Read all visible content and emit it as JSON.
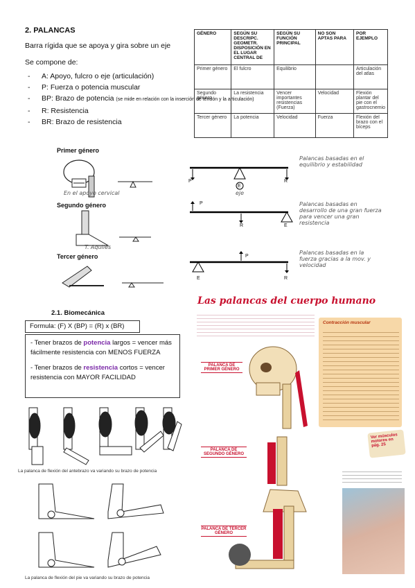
{
  "heading": "2. PALANCAS",
  "intro": "Barra rígida que se apoya y gira sobre un eje",
  "compone": "Se compone de:",
  "parts": [
    {
      "text": "A: Apoyo, fulcro o eje (articulación)",
      "note": ""
    },
    {
      "text": "P: Fuerza o potencia muscular",
      "note": ""
    },
    {
      "text": "BP: Brazo de potencia ",
      "note": "(se mide en relación con la inserción de tendón y la articulación)"
    },
    {
      "text": "R: Resistencia",
      "note": ""
    },
    {
      "text": "BR: Brazo de resistencia",
      "note": ""
    }
  ],
  "table": {
    "headers": [
      "GÉNERO",
      "SEGÚN SU DESCRIPC. GEOMETR. DISPOSICIÓN EN EL LUGAR CENTRAL DE",
      "SEGÚN SU FUNCIÓN PRINCIPAL",
      "NO SON APTAS PARA",
      "POR EJEMPLO"
    ],
    "rows": [
      [
        "Primer género",
        "El fulcro",
        "Equilibrio",
        "",
        "Articulación del atlas"
      ],
      [
        "Segundo género",
        "La resistencia",
        "Vencer importantes resistencias (Fuerza)",
        "Velocidad",
        "Flexión plantar del pie con el gastrocnemio"
      ],
      [
        "Tercer género",
        "La potencia",
        "Velocidad",
        "Fuerza",
        "Flexión del brazo con el bíceps"
      ]
    ]
  },
  "figures": {
    "primer": "Primer género",
    "segundo": "Segundo género",
    "tercer": "Tercer género",
    "primer_note": "En el apoyo cervical",
    "segundo_note": "T. Aquiles"
  },
  "diagram": {
    "p": "P",
    "r": "R",
    "e": "E",
    "notes": [
      "Palancas basadas en el equilibrio y estabilidad",
      "Palancas basadas en desarrollo de una gran fuerza para vencer una gran resistencia",
      "Palancas basadas en la fuerza gracias a la mov. y velocidad"
    ],
    "eje": "eje"
  },
  "biomec": "2.1. Biomecánica",
  "formula": "Formula: (F) X (BP) = (R) x (BR)",
  "brazos": {
    "l1_a": "- Tener brazos de ",
    "l1_b": "potencia",
    "l1_c": " largos = vencer más fácilmente resistencia con MENOS FUERZA",
    "l2_a": "- Tener brazos de ",
    "l2_b": "resistencia",
    "l2_c": " cortos = vencer resistencia con MAYOR FACILIDAD"
  },
  "caption1": "La palanca de flexión del antebrazo va variando su brazo de potencia",
  "caption2": "La palanca de flexión del pie va variando su brazo de potencia",
  "book": {
    "title": "Las palancas del cuerpo humano",
    "side_title": "Contracción muscular",
    "tag1": "PALANCA DE PRIMER GÉNERO",
    "tag2": "PALANCA DE SEGUNDO GÉNERO",
    "tag3": "PALANCA DE TERCER GÉNERO",
    "stamp": "Ver músculos motores en pág. 25"
  },
  "colors": {
    "red": "#c8102e",
    "purple": "#7b2aa8",
    "panel": "#f7d8a8"
  }
}
